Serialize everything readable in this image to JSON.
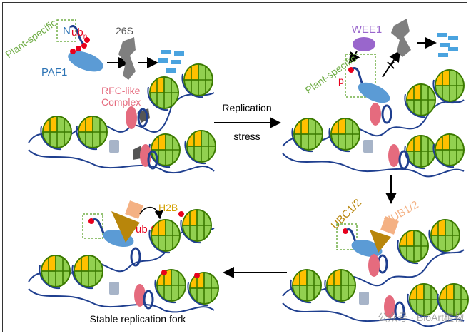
{
  "labels": {
    "plant_specific_tl": "Plant-specific",
    "n_terminus": "N",
    "ub": "ub",
    "ub_sub": "n",
    "proteasome": "26S",
    "paf1": "PAF1",
    "rfc_line1": "RFC-like",
    "rfc_line2": "Complex",
    "stress_line1": "Replication",
    "stress_line2": "stress",
    "wee1": "WEE1",
    "plant_specific_tr": "Plant-specific",
    "phospho": "p",
    "ubc": "UBC1/2",
    "hub": "HUB1/2",
    "h2b": "H2B",
    "ub_small": "ub",
    "stable_fork": "Stable replication fork",
    "watermark": "公众号 · BioArt植物"
  },
  "colors": {
    "paf1": "#5b9bd5",
    "ubiquitin": "#e8001c",
    "proteasome": "#7f7f7f",
    "fragments": "#4aa3df",
    "rfc": "#e56b7e",
    "wee1": "#9966cc",
    "plant_label": "#70ad47",
    "ubc": "#b8860b",
    "hub": "#f4b183",
    "h2b_label": "#d4a000",
    "nucleosome": "#92d050",
    "nucleosome_dark": "#3b7a00",
    "nucleosome_gold": "#ffc000",
    "dna": "#1f3f8f"
  }
}
